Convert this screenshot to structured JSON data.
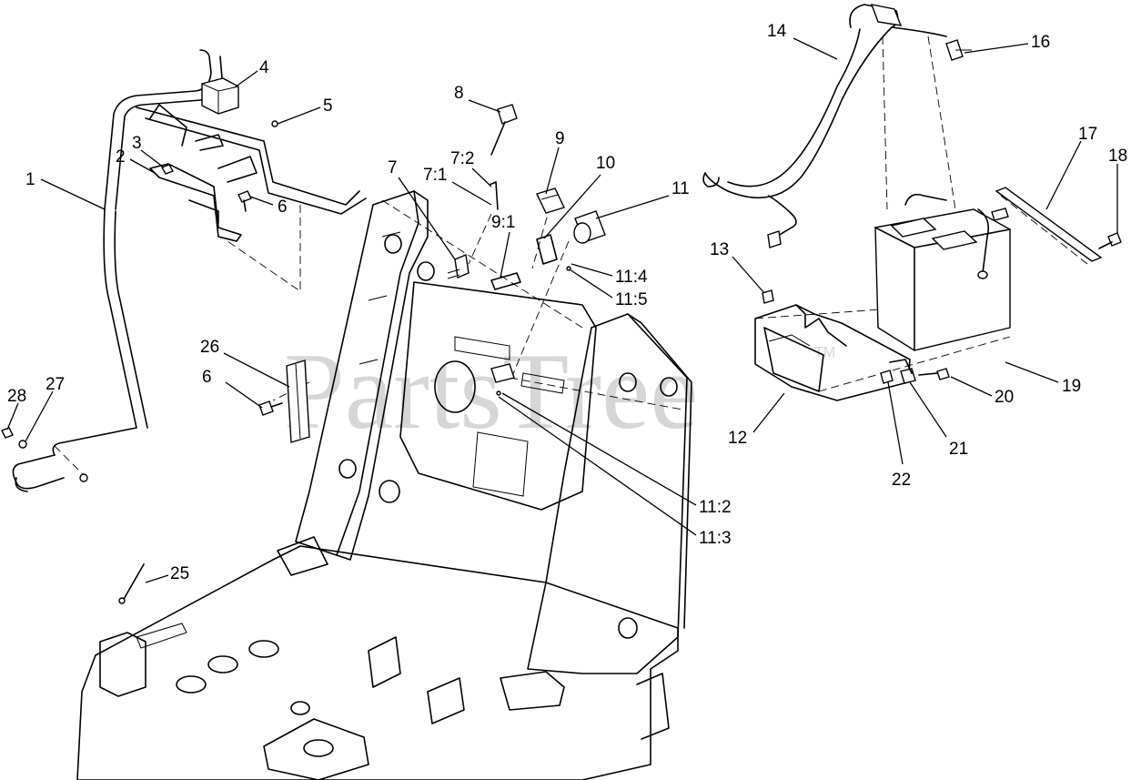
{
  "watermark": {
    "text": "PartsTree",
    "mark": "TM"
  },
  "callouts": [
    {
      "id": "c1",
      "label": "1"
    },
    {
      "id": "c2",
      "label": "2"
    },
    {
      "id": "c3",
      "label": "3"
    },
    {
      "id": "c4",
      "label": "4"
    },
    {
      "id": "c5",
      "label": "5"
    },
    {
      "id": "c6a",
      "label": "6"
    },
    {
      "id": "c6b",
      "label": "6"
    },
    {
      "id": "c7",
      "label": "7"
    },
    {
      "id": "c7_1",
      "label": "7:1"
    },
    {
      "id": "c7_2",
      "label": "7:2"
    },
    {
      "id": "c8",
      "label": "8"
    },
    {
      "id": "c9",
      "label": "9"
    },
    {
      "id": "c9_1",
      "label": "9:1"
    },
    {
      "id": "c10",
      "label": "10"
    },
    {
      "id": "c11",
      "label": "11"
    },
    {
      "id": "c11_2",
      "label": "11:2"
    },
    {
      "id": "c11_3",
      "label": "11:3"
    },
    {
      "id": "c11_4",
      "label": "11:4"
    },
    {
      "id": "c11_5",
      "label": "11:5"
    },
    {
      "id": "c12",
      "label": "12"
    },
    {
      "id": "c13",
      "label": "13"
    },
    {
      "id": "c14",
      "label": "14"
    },
    {
      "id": "c16",
      "label": "16"
    },
    {
      "id": "c17",
      "label": "17"
    },
    {
      "id": "c18",
      "label": "18"
    },
    {
      "id": "c19",
      "label": "19"
    },
    {
      "id": "c20",
      "label": "20"
    },
    {
      "id": "c21",
      "label": "21"
    },
    {
      "id": "c22",
      "label": "22"
    },
    {
      "id": "c25",
      "label": "25"
    },
    {
      "id": "c26",
      "label": "26"
    },
    {
      "id": "c27",
      "label": "27"
    },
    {
      "id": "c28",
      "label": "28"
    }
  ]
}
